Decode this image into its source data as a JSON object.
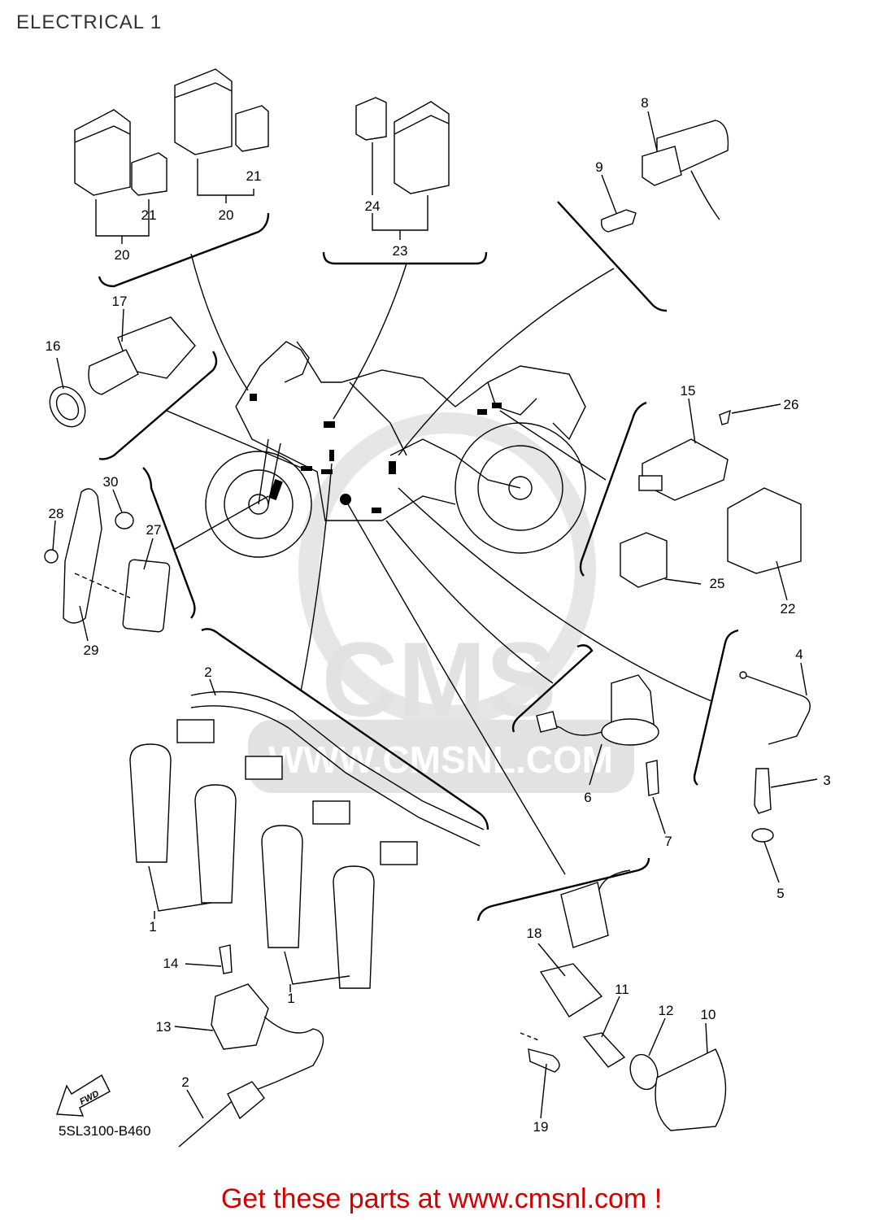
{
  "title": "ELECTRICAL 1",
  "diagram_code": "5SL3100-B460",
  "fwd_label": "FWD",
  "footer": "Get these parts at www.cmsnl.com !",
  "watermark": {
    "brand": "CMS",
    "url": "WWW.CMSNL.COM"
  },
  "labels": [
    {
      "id": "1a",
      "text": "1"
    },
    {
      "id": "1b",
      "text": "1"
    },
    {
      "id": "2a",
      "text": "2"
    },
    {
      "id": "2b",
      "text": "2"
    },
    {
      "id": "3",
      "text": "3"
    },
    {
      "id": "4",
      "text": "4"
    },
    {
      "id": "5",
      "text": "5"
    },
    {
      "id": "6",
      "text": "6"
    },
    {
      "id": "7",
      "text": "7"
    },
    {
      "id": "8",
      "text": "8"
    },
    {
      "id": "9",
      "text": "9"
    },
    {
      "id": "10",
      "text": "10"
    },
    {
      "id": "11",
      "text": "11"
    },
    {
      "id": "12",
      "text": "12"
    },
    {
      "id": "13",
      "text": "13"
    },
    {
      "id": "14",
      "text": "14"
    },
    {
      "id": "15",
      "text": "15"
    },
    {
      "id": "16",
      "text": "16"
    },
    {
      "id": "17",
      "text": "17"
    },
    {
      "id": "18",
      "text": "18"
    },
    {
      "id": "19",
      "text": "19"
    },
    {
      "id": "20a",
      "text": "20"
    },
    {
      "id": "20b",
      "text": "20"
    },
    {
      "id": "21a",
      "text": "21"
    },
    {
      "id": "21b",
      "text": "21"
    },
    {
      "id": "22",
      "text": "22"
    },
    {
      "id": "23",
      "text": "23"
    },
    {
      "id": "24",
      "text": "24"
    },
    {
      "id": "25",
      "text": "25"
    },
    {
      "id": "26",
      "text": "26"
    },
    {
      "id": "27",
      "text": "27"
    },
    {
      "id": "28",
      "text": "28"
    },
    {
      "id": "29",
      "text": "29"
    },
    {
      "id": "30",
      "text": "30"
    }
  ],
  "colors": {
    "footer": "#d40000",
    "line": "#000000",
    "watermark": "#e2e2e2"
  }
}
